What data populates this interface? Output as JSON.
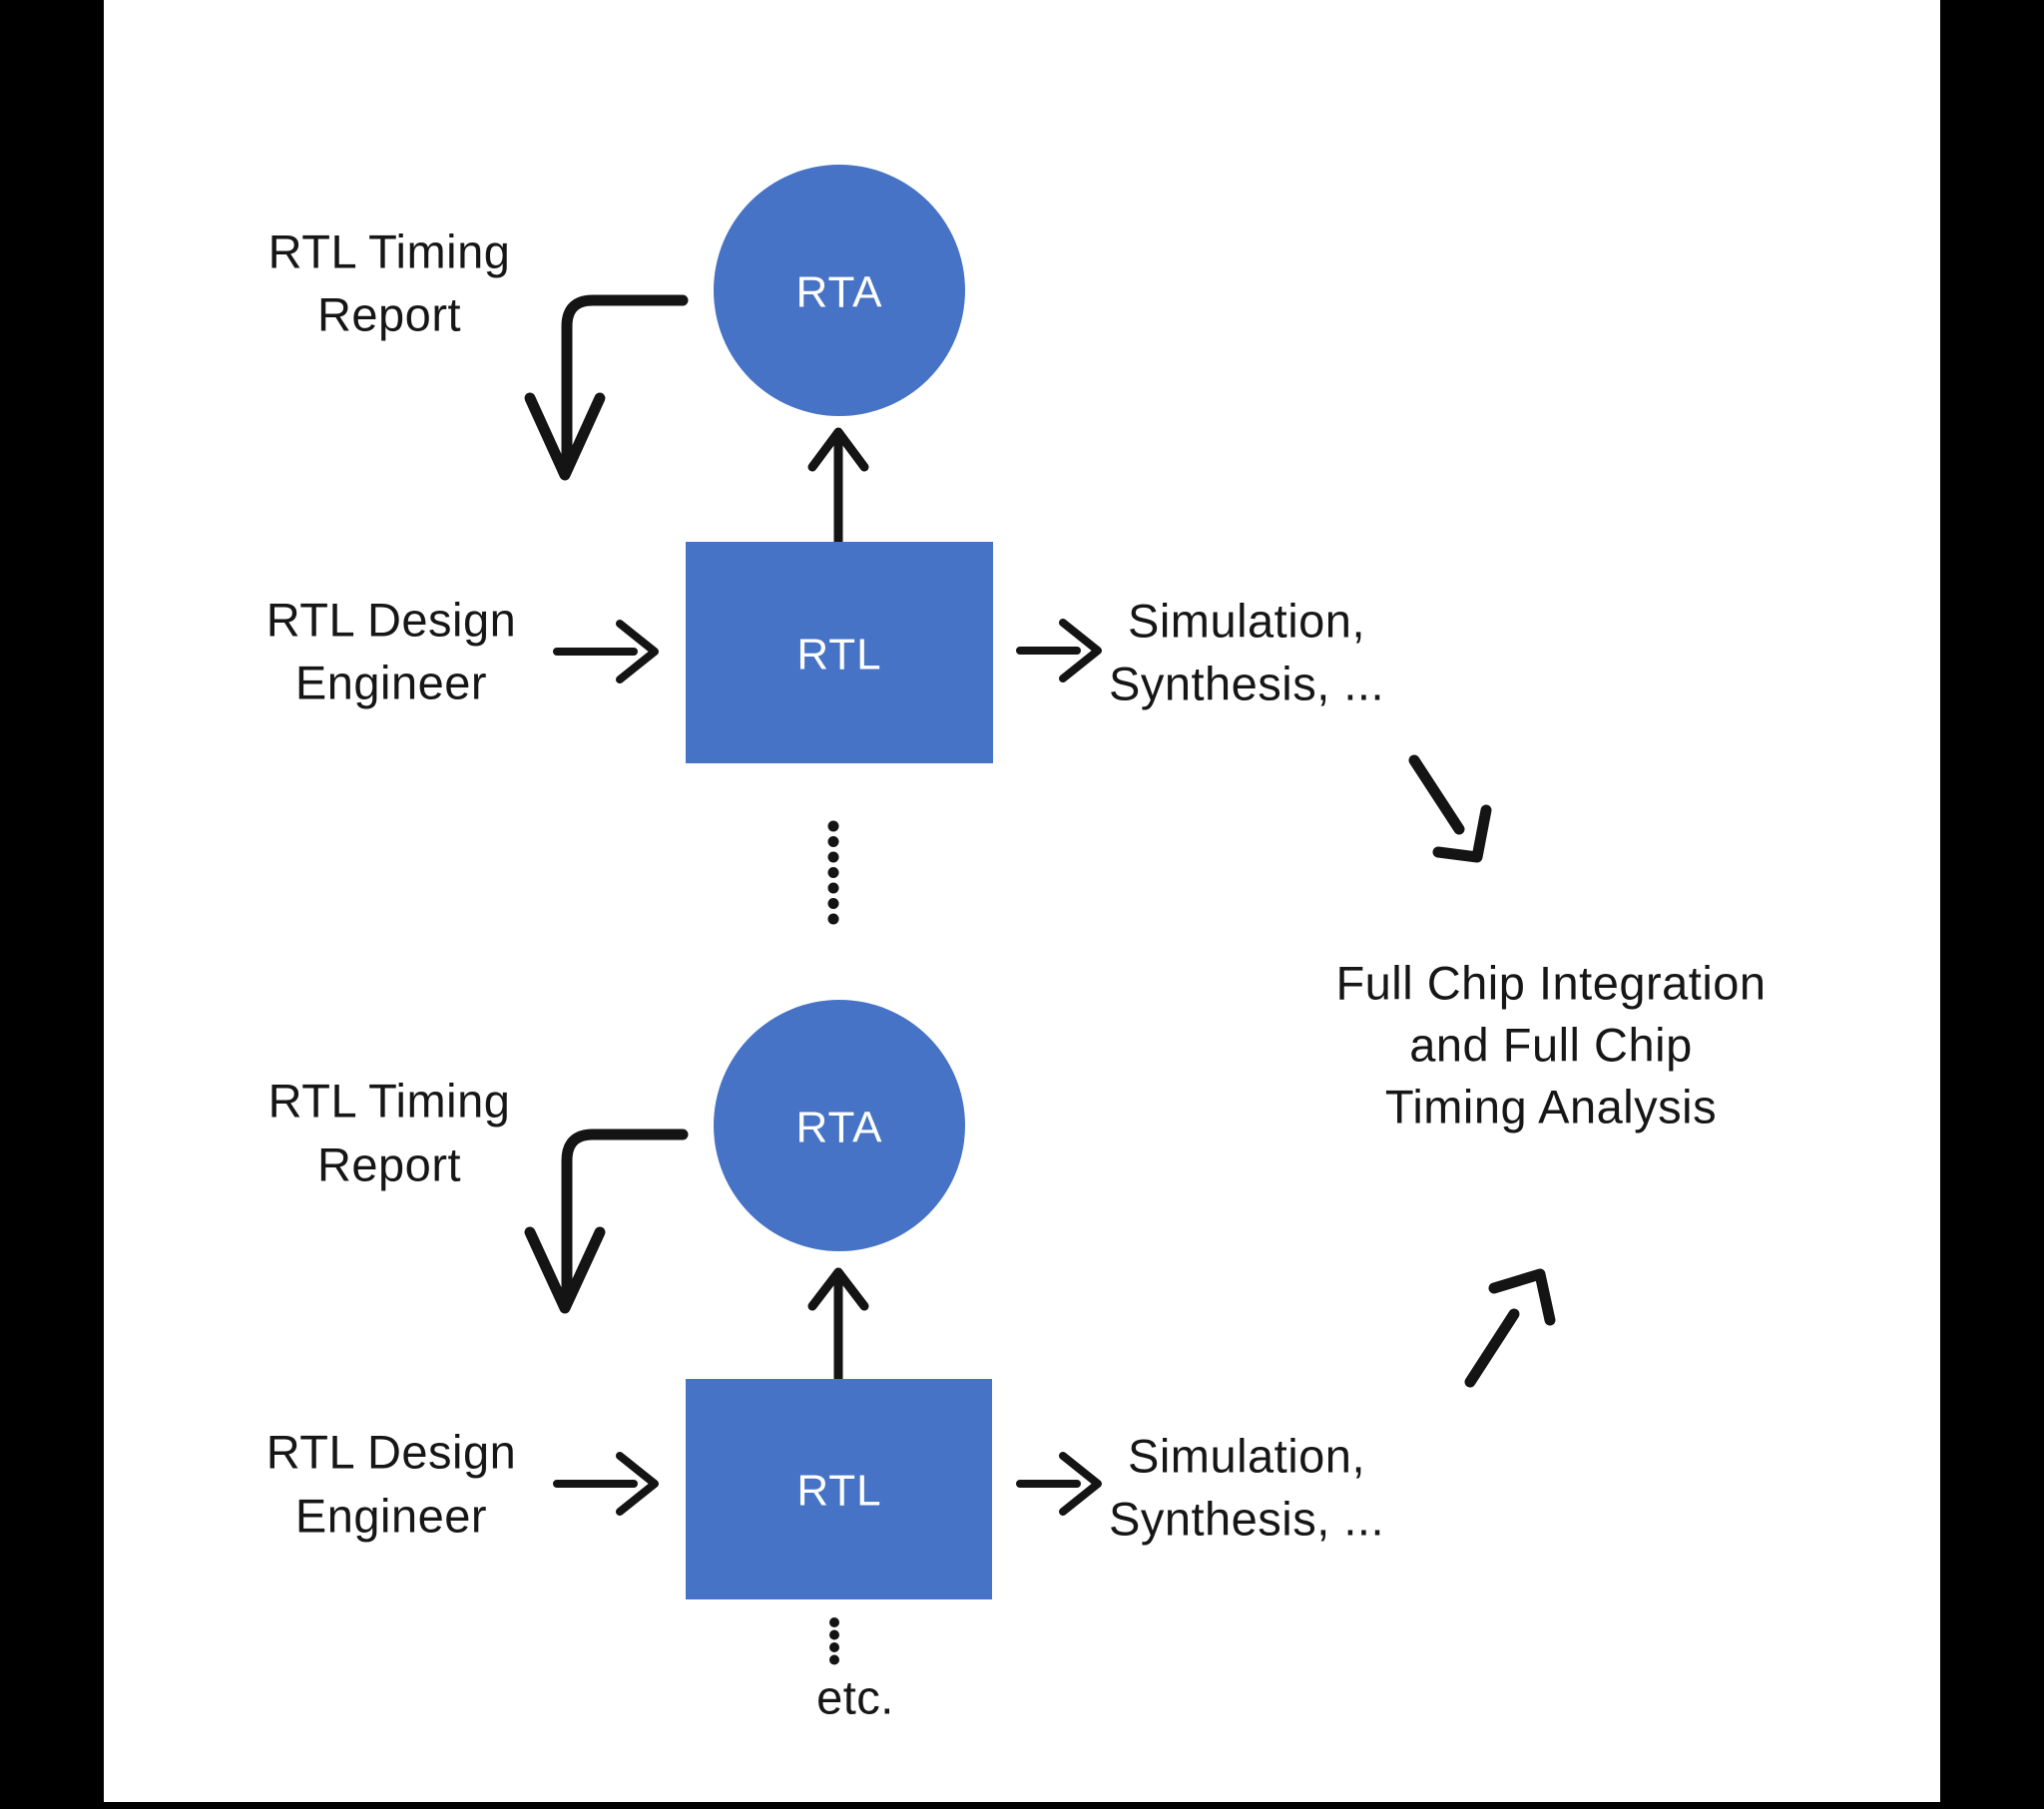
{
  "diagram": {
    "description": "RTL design iteration flow diagram",
    "colors": {
      "node_blue": "#4673C5",
      "arrow_black": "#141414",
      "text_black": "#161616",
      "background": "#FFFFFF",
      "letterbox": "#000000"
    },
    "labels": {
      "rta": "RTA",
      "rtl": "RTL",
      "timing_report": [
        "RTL Timing",
        "Report"
      ],
      "design_engineer": [
        "RTL Design",
        "Engineer"
      ],
      "simulation": [
        "Simulation,",
        "Synthesis, ..."
      ],
      "full_chip": [
        "Full Chip Integration",
        "and Full Chip",
        "Timing Analysis"
      ],
      "etc": "etc."
    }
  }
}
